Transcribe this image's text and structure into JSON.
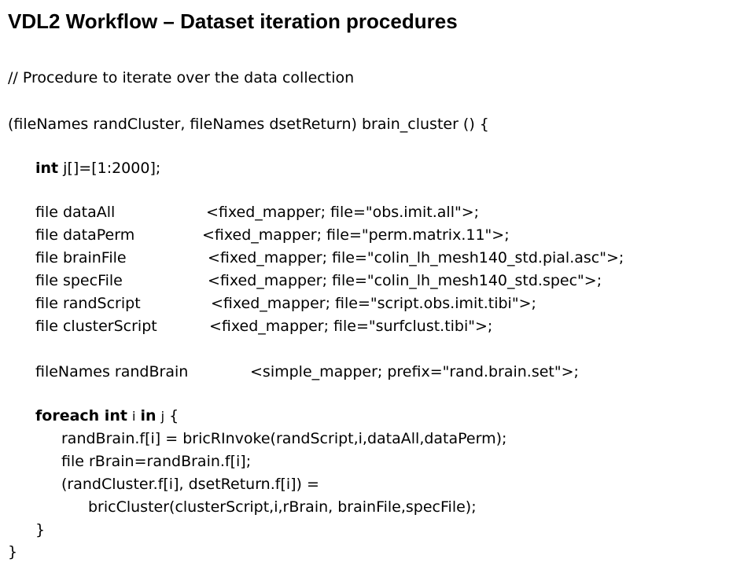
{
  "title": "VDL2 Workflow –  Dataset iteration procedures",
  "code": {
    "comment": "// Procedure to iterate over the data collection",
    "signature": "(fileNames randCluster, fileNames dsetReturn) brain_cluster () {",
    "int_kw": "int",
    "int_rest": " j[]=[1:2000];",
    "files": [
      {
        "decl": "file dataAll",
        "mapper": "<fixed_mapper; file=\"obs.imit.all\">;"
      },
      {
        "decl": "file dataPerm",
        "mapper": "<fixed_mapper; file=\"perm.matrix.11\">;"
      },
      {
        "decl": "file brainFile",
        "mapper": "<fixed_mapper; file=\"colin_lh_mesh140_std.pial.asc\">;"
      },
      {
        "decl": "file specFile",
        "mapper": "<fixed_mapper; file=\"colin_lh_mesh140_std.spec\">;"
      },
      {
        "decl": "file randScript",
        "mapper": "<fixed_mapper; file=\"script.obs.imit.tibi\">;"
      },
      {
        "decl": "file clusterScript",
        "mapper": "<fixed_mapper; file=\"surfclust.tibi\">;"
      }
    ],
    "filenames_decl": "fileNames randBrain",
    "filenames_mapper": "<simple_mapper; prefix=\"rand.brain.set\">;",
    "foreach_kw": "foreach int",
    "foreach_var": "i",
    "in_kw": "in",
    "foreach_coll": "j",
    "foreach_open": "{",
    "body_lines": [
      "randBrain.f[i] = bricRInvoke(randScript,i,dataAll,dataPerm);",
      "file rBrain=randBrain.f[i];",
      "(randCluster.f[i], dsetReturn.f[i]) =",
      "bricCluster(clusterScript,i,rBrain, brainFile,specFile);"
    ],
    "close_inner": "}",
    "close_outer": "}"
  }
}
